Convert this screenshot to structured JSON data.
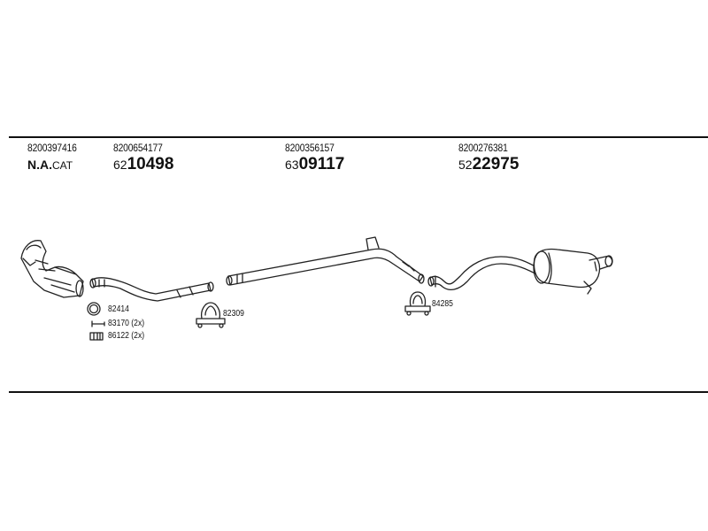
{
  "parts": [
    {
      "part_number": "8200397416",
      "code_main": "N.A.",
      "code_suffix": "CAT"
    },
    {
      "part_number": "8200654177",
      "code_prefix": "62",
      "code_main": "10498"
    },
    {
      "part_number": "8200356157",
      "code_prefix": "63",
      "code_main": "09117"
    },
    {
      "part_number": "8200276381",
      "code_prefix": "52",
      "code_main": "22975"
    }
  ],
  "accessories": [
    {
      "code": "82414"
    },
    {
      "code": "83170 (2x)"
    },
    {
      "code": "86122 (2x)"
    },
    {
      "code": "82309"
    },
    {
      "code": "84285"
    }
  ]
}
